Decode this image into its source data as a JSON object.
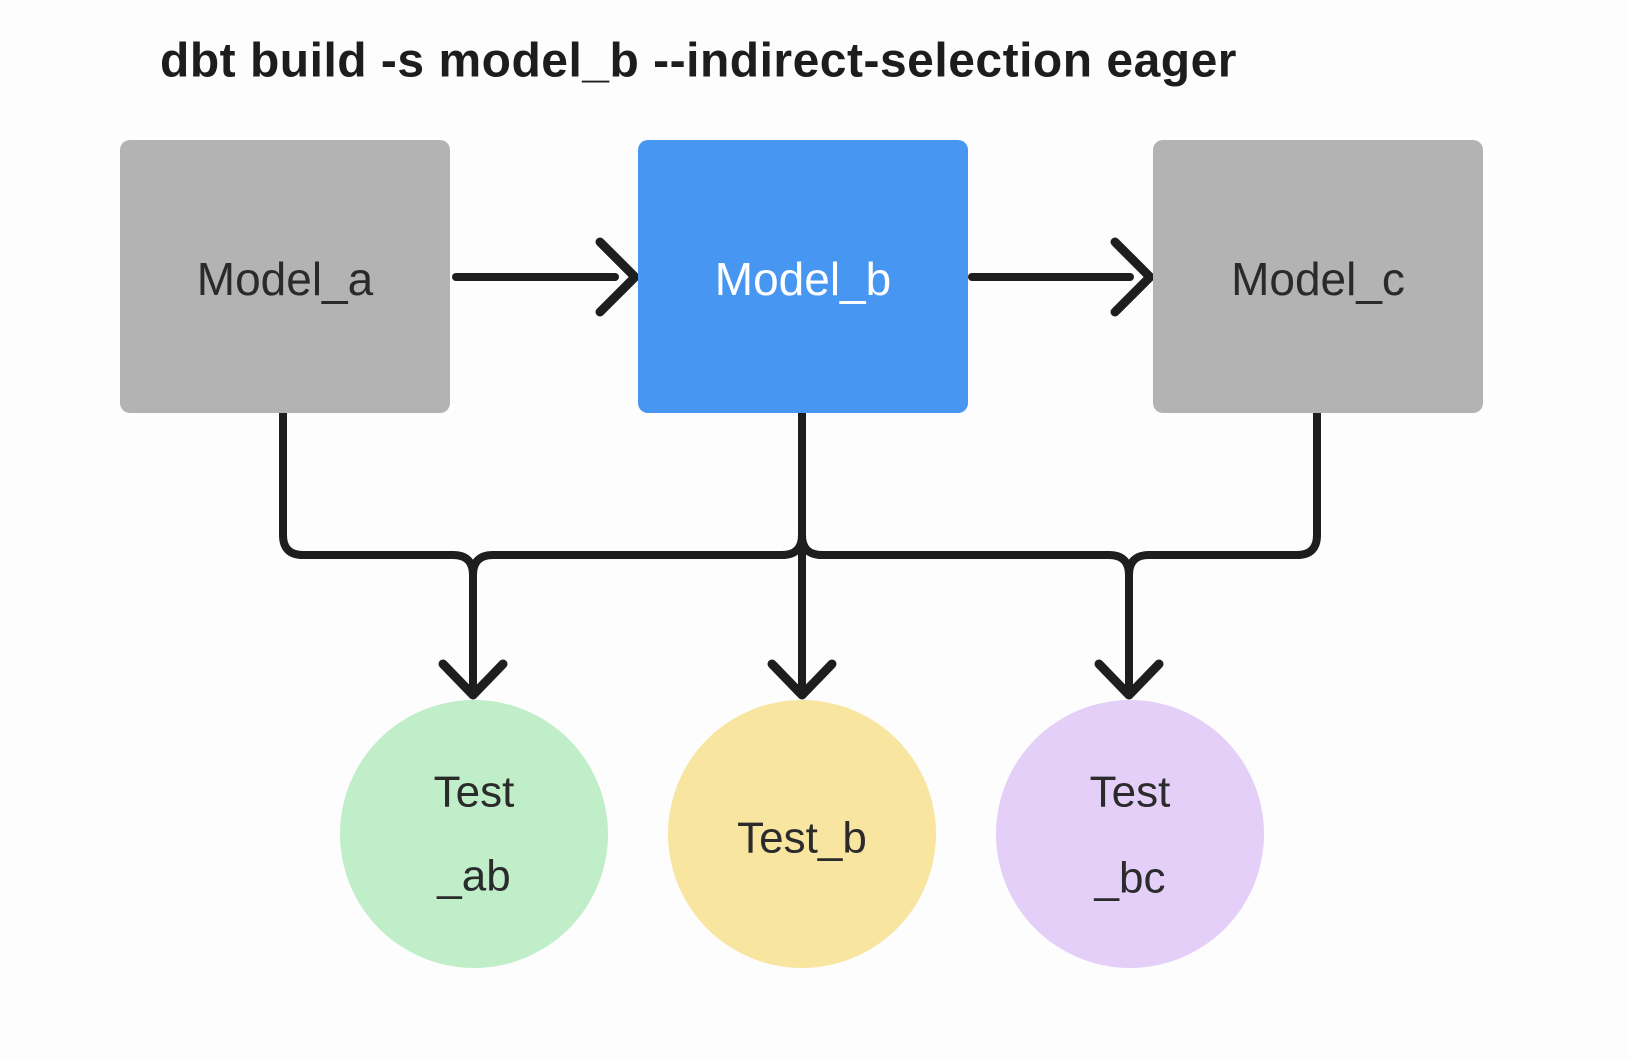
{
  "title": "dbt build -s model_b --indirect-selection eager",
  "colors": {
    "background": "#fdfdfd",
    "title_text": "#1d1d1d",
    "edge": "#1e1e1e",
    "model_fill": "#b3b3b3",
    "model_text": "#2a2a2a",
    "selected_model_fill": "#4797f2",
    "selected_model_text": "#ffffff",
    "test_ab_fill": "#bfeec9",
    "test_b_fill": "#f8e5a0",
    "test_bc_fill": "#e4cff8",
    "test_text": "#2b2b2b"
  },
  "nodes": {
    "model_a": {
      "label": "Model_a",
      "type": "model"
    },
    "model_b": {
      "label": "Model_b",
      "type": "model",
      "selected": true
    },
    "model_c": {
      "label": "Model_c",
      "type": "model"
    },
    "test_ab": {
      "line1": "Test",
      "line2": "_ab",
      "type": "test"
    },
    "test_b": {
      "line1": "Test_b",
      "type": "test"
    },
    "test_bc": {
      "line1": "Test",
      "line2": "_bc",
      "type": "test"
    }
  },
  "dag_edges": [
    {
      "from": "model_a",
      "to": "model_b"
    },
    {
      "from": "model_b",
      "to": "model_c"
    },
    {
      "from": "model_a",
      "to": "test_ab"
    },
    {
      "from": "model_b",
      "to": "test_ab"
    },
    {
      "from": "model_b",
      "to": "test_b"
    },
    {
      "from": "model_b",
      "to": "test_bc"
    },
    {
      "from": "model_c",
      "to": "test_bc"
    }
  ]
}
